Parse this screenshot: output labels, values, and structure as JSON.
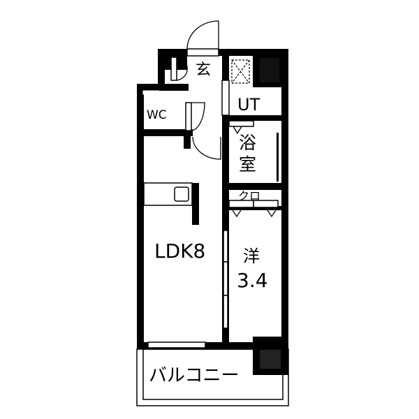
{
  "floorplan": {
    "rooms": {
      "entrance": "玄",
      "toilet": "WC",
      "utility": "UT",
      "bath_line1": "浴",
      "bath_line2": "室",
      "closet": "クロ",
      "ldk": "LDK8",
      "western_room_line1": "洋",
      "western_room_line2": "3.4",
      "balcony": "バルコニー"
    },
    "colors": {
      "wall": "#000000",
      "background": "#ffffff"
    }
  }
}
